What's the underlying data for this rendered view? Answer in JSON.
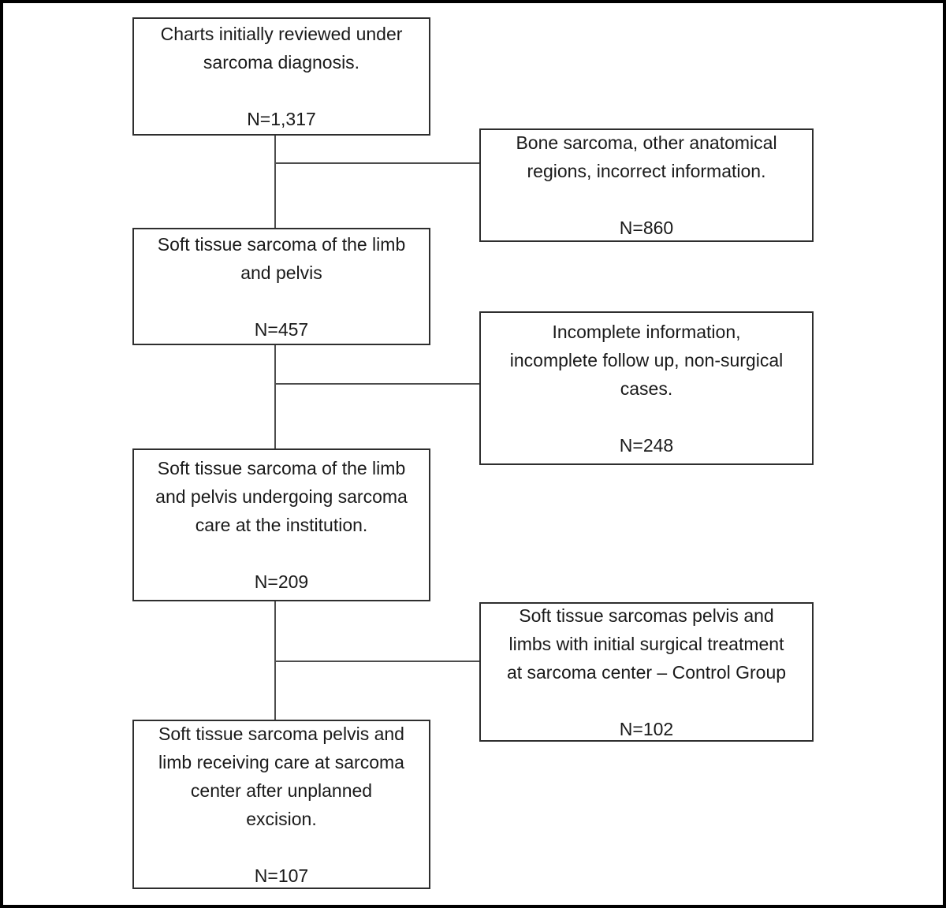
{
  "diagram": {
    "type": "flowchart",
    "description": "Patient selection flow diagram for sarcoma study",
    "main_boxes": [
      {
        "id": "charts-reviewed",
        "text": "Charts initially reviewed under\nsarcoma diagnosis.",
        "n": "N=1,317"
      },
      {
        "id": "sts-limb-pelvis",
        "text": "Soft tissue sarcoma of the limb\nand pelvis",
        "n": "N=457"
      },
      {
        "id": "sts-institution-care",
        "text": "Soft tissue sarcoma of the limb\nand pelvis undergoing sarcoma\ncare at the institution.",
        "n": "N=209"
      },
      {
        "id": "sts-unplanned-excision",
        "text": "Soft tissue sarcoma pelvis and\nlimb receiving care at sarcoma\ncenter after unplanned\nexcision.",
        "n": "N=107"
      }
    ],
    "exclusion_boxes": [
      {
        "id": "excluded-bone-sarcoma",
        "text": "Bone sarcoma, other anatomical\nregions, incorrect information.",
        "n": "N=860"
      },
      {
        "id": "excluded-incomplete",
        "text": "Incomplete information,\nincomplete follow up, non-surgical\ncases.",
        "n": "N=248"
      },
      {
        "id": "control-group",
        "text": "Soft tissue sarcomas pelvis and\nlimbs with initial surgical treatment\nat sarcoma center – Control Group",
        "n": "N=102"
      }
    ],
    "colors": {
      "background": "#ffffff",
      "box_border": "#2e2e2e",
      "connector_line": "#4d4d4d",
      "text": "#1a1a1a",
      "outer_frame": "#000000"
    }
  }
}
